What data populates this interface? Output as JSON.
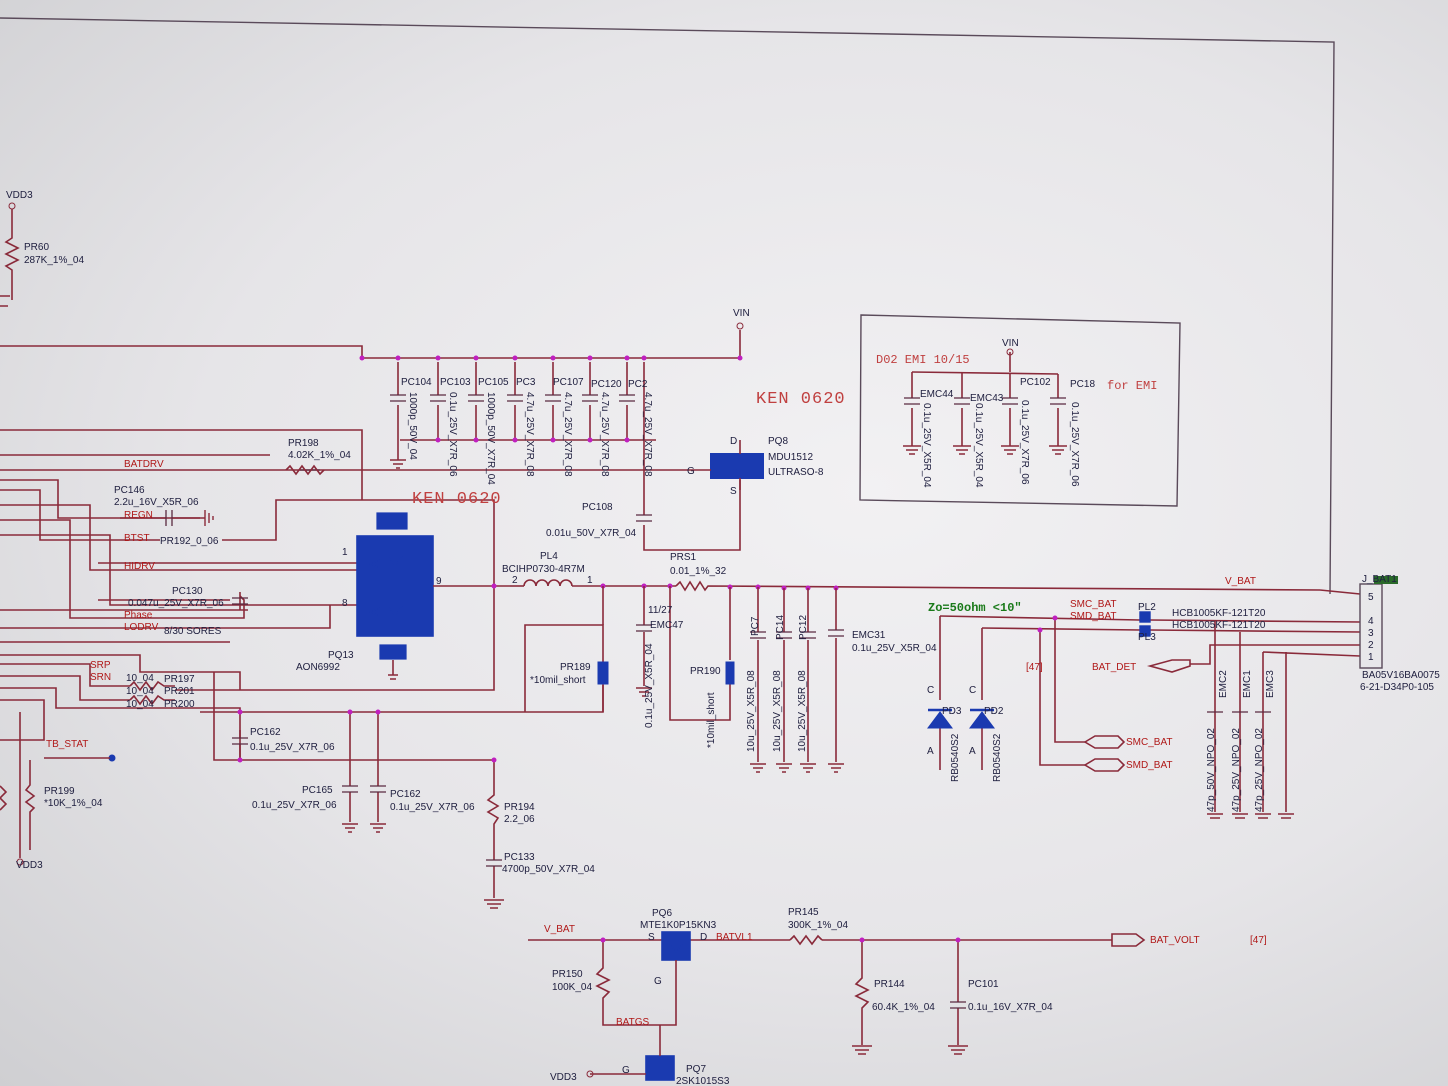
{
  "labels": {
    "vdd3_top": "VDD3",
    "pr60": "PR60",
    "pr60_val": "287K_1%_04",
    "vin_main": "VIN",
    "vin_emi": "VIN",
    "ken_1": "KEN 0620",
    "ken_2": "KEN 0620",
    "d02_emi": "D02  EMI  10/15",
    "pc104": "PC104",
    "pc104_val": "1000p_50V_04",
    "pc103": "PC103",
    "pc103_val": "0.1u_25V_X7R_06",
    "pc105": "PC105",
    "pc105_val": "1000p_50V_X7R_04",
    "pc3": "PC3",
    "pc3_val": "4.7u_25V_X7R_08",
    "pc107": "PC107",
    "pc107_val": "4.7u_25V_X7R_08",
    "pc120": "PC120",
    "pc120_val": "4.7u_25V_X7R_08",
    "pc2": "PC2",
    "pc2_val": "4.7u_25V_X7R_08",
    "emc44": "EMC44",
    "emc44_val": "0.1u_25V_X5R_04",
    "emc43": "EMC43",
    "emc43_val": "0.1u_25V_X5R_04",
    "pc102": "PC102",
    "pc102_val": "0.1u_25V_X7R_06",
    "pc18": "PC18",
    "pc18_note": "for EMI",
    "pc18_val": "0.1u_25V_X7R_06",
    "pr198": "PR198",
    "pr198_val": "4.02K_1%_04",
    "batdrv": "BATDRV",
    "pq8": "PQ8",
    "pq8_part": "MDU1512",
    "pq8_pkg": "ULTRASO-8",
    "g_pin": "G",
    "d_pin": "D",
    "s_pin": "S",
    "pc146": "PC146",
    "pc146_val": "2.2u_16V_X5R_06",
    "regn": "REGN",
    "btst": "BTST",
    "pr192": "PR192_0_06",
    "hidrv": "HIDRV",
    "pc130": "PC130",
    "pc130_val": "0.047u_25V_X7R_06",
    "phase": "Phase",
    "lodrv": "LODRV",
    "note_830": "8/30  SORES",
    "pc108": "PC108",
    "pc108_val": "0.01u_50V_X7R_04",
    "pl4": "PL4",
    "pl4_val": "BCIHP0730-4R7M",
    "prs1": "PRS1",
    "prs1_val": "0.01_1%_32",
    "v_bat_right": "V_BAT",
    "pq13": "PQ13",
    "pq13_part": "AON6992",
    "srp": "SRP",
    "srn": "SRN",
    "pr197": "PR197",
    "pr201": "PR201",
    "pr200": "PR200",
    "r10_1": "10_04",
    "r10_2": "10_04",
    "r10_3": "10_04",
    "tb_stat": "TB_STAT",
    "pr199": "PR199",
    "pr199_val": "*10K_1%_04",
    "vdd3_bottom": "VDD3",
    "pc162a": "PC162",
    "pc162a_val": "0.1u_25V_X7R_06",
    "pc165": "PC165",
    "pc165_val": "0.1u_25V_X7R_06",
    "pc162b": "PC162",
    "pc162b_val": "0.1u_25V_X7R_06",
    "pr189": "PR189",
    "pr189_val": "*10mil_short",
    "pr194": "PR194",
    "pr194_val": "2.2_06",
    "pc133": "PC133",
    "pc133_val": "4700p_50V_X7R_04",
    "emc47": "EMC47",
    "emc47_val": "0.1u_25V_X5R_04",
    "emc47_note": "11/27",
    "pr190": "PR190",
    "pr190_val": "*10mil_short",
    "pc7": "PC7",
    "pc7_val": "10u_25V_X5R_08",
    "pc14": "PC14",
    "pc14_val": "10u_25V_X5R_08",
    "pc12": "PC12",
    "pc12_val": "10u_25V_X5R_08",
    "emc31": "EMC31",
    "emc31_val": "0.1u_25V_X5R_04",
    "zo": "Zo=50ohm  <10\"",
    "smc_bat": "SMC_BAT",
    "smd_bat": "SMD_BAT",
    "pl2": "PL2",
    "pl3": "PL3",
    "hcb_1": "HCB1005KF-121T20",
    "hcb_2": "HCB1005KF-121T20",
    "jbat": "J_BAT1",
    "jbat_part": "BA05V16BA0075",
    "jbat_code": "6-21-D34P0-105",
    "ref47_a": "[47]",
    "bat_det": "BAT_DET",
    "pd3": "PD3",
    "pd3_val": "RB0540S2",
    "pd2": "PD2",
    "pd2_val": "RB0540S2",
    "smc_bat_port": "SMC_BAT",
    "smd_bat_port": "SMD_BAT",
    "emc2": "EMC2",
    "emc2_val": "47p_50V_NPO_02",
    "emc1": "EMC1",
    "emc1_val": "47p_25V_NPO_02",
    "emc3": "EMC3",
    "emc3_val": "47p_25V_NPO_02",
    "pin_c": "C",
    "pin_a": "A",
    "v_bat_bottom": "V_BAT",
    "pq6": "PQ6",
    "pq6_part": "MTE1K0P15KN3",
    "batvl1": "BATVL1",
    "pr145": "PR145",
    "pr145_val": "300K_1%_04",
    "bat_volt": "BAT_VOLT",
    "ref47_b": "[47]",
    "pr150": "PR150",
    "pr150_val": "100K_04",
    "pr144": "PR144",
    "pr144_val": "60.4K_1%_04",
    "pc101": "PC101",
    "pc101_val": "0.1u_16V_X7R_04",
    "batgs": "BATGS",
    "vdd3_low": "VDD3",
    "pq7": "PQ7",
    "pq7_part": "2SK1015S3",
    "pin9": "9",
    "pin2": "2",
    "pin1": "1",
    "pin8": "8",
    "pin1b": "1",
    "jbat_pin5": "5",
    "jbat_pin4": "4",
    "jbat_pin3": "3",
    "jbat_pin2": "2",
    "jbat_pin1": "1"
  }
}
